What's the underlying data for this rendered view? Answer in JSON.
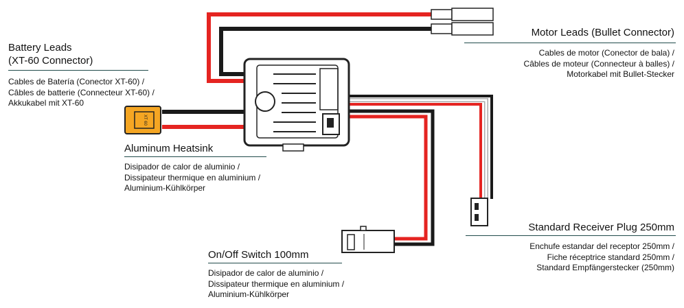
{
  "battery": {
    "title_line1": "Battery Leads",
    "title_line2": "(XT-60 Connector)",
    "sub": [
      "Cables de Batería (Conector XT-60) /",
      "Câbles de batterie (Connecteur XT-60) /",
      "Akkukabel mit XT-60"
    ],
    "connector_text": "XT 60"
  },
  "motor": {
    "title": "Motor Leads (Bullet Connector)",
    "sub": [
      "Cables de motor (Conector de bala) /",
      "Câbles de moteur (Connecteur à balles) /",
      "Motorkabel mit Bullet-Stecker"
    ]
  },
  "heatsink": {
    "title": "Aluminum Heatsink",
    "sub": [
      "Disipador de calor de aluminio /",
      "Dissipateur thermique en aluminium /",
      "Aluminium-Kühlkörper"
    ]
  },
  "receiver": {
    "title": "Standard Receiver Plug 250mm",
    "sub": [
      "Enchufe estandar del receptor 250mm /",
      "Fiche réceptrice standard 250mm /",
      "Standard Empfängerstecker (250mm)"
    ]
  },
  "switch": {
    "title": "On/Off Switch 100mm",
    "sub": [
      "Disipador de calor de aluminio /",
      "Dissipateur thermique en aluminium /",
      "Aluminium-Kühlkörper"
    ]
  },
  "colors": {
    "red": "#e52421",
    "black": "#1a1a1a",
    "white_wire": "#ffffff",
    "connector": "#f5a623",
    "rule": "#1f4a4a"
  }
}
